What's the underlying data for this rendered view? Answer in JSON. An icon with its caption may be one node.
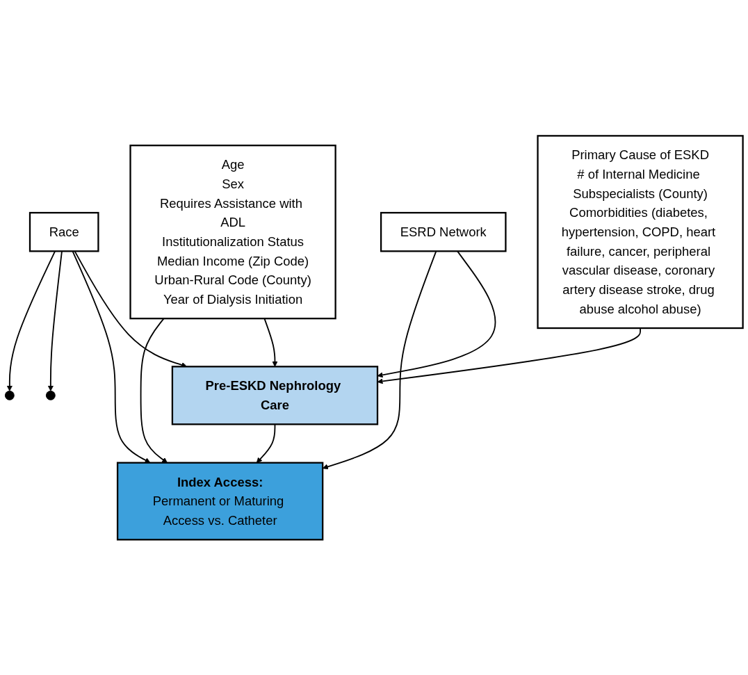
{
  "diagram": {
    "nodes": [
      {
        "text": [
          "Primary Cause of ESKD",
          "# of Internal Medicine Subspecialists (County)",
          "Comorbidities (diabetes, hypertension, COPD, heart failure, cancer, peripheral vascular disease, coronary artery disease stroke, drug abuse alcohol abuse)"
        ]
      },
      {
        "text": [
          "Pre-ESKD Nephrology Care"
        ]
      },
      {
        "text": [
          "Index Access:",
          "Permanent or Maturing Access vs. Catheter"
        ]
      },
      {
        "text": [
          "Age",
          "Sex",
          "Requires Assistance with ADL",
          "Institutionalization Status",
          "Median Income (Zip Code)",
          "Urban-Rural Code (County)",
          "Year of Dialysis Initiation"
        ]
      },
      {
        "text": [
          "Race"
        ]
      },
      {
        "text": [
          "ESRD Network"
        ]
      }
    ],
    "edges": [
      {
        "from": 0,
        "to": 1,
        "arrow": "to"
      },
      {
        "from": 1,
        "to": 2,
        "arrow": "to"
      },
      {
        "from": 3,
        "to": 1,
        "arrow": "to"
      },
      {
        "from": 4,
        "to": 1,
        "arrow": "to"
      },
      {
        "from": 4,
        "to": 2,
        "arrow": "to"
      },
      {
        "from": 4,
        "to": null,
        "arrow": "to"
      },
      {
        "from": 4,
        "to": null,
        "arrow": "to"
      },
      {
        "from": 5,
        "to": 1,
        "arrow": "to"
      },
      {
        "from": 5,
        "to": 2,
        "arrow": "to"
      },
      {
        "from": 3,
        "to": 2,
        "arrow": "to"
      }
    ]
  }
}
